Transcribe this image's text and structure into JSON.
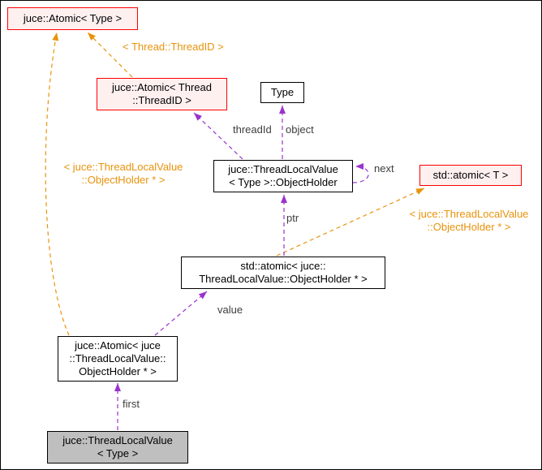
{
  "diagram": {
    "colors": {
      "template_edge": "#e8930c",
      "usage_edge": "#9a32cd",
      "red_node_border": "#ff0000",
      "red_node_fill": "#fff0f0",
      "plain_node_border": "#000000",
      "plain_node_fill": "#ffffff",
      "subject_node_fill": "#bfbfbf",
      "member_label_color": "#3d3d3d"
    },
    "nodes": {
      "atomic_type": {
        "line1": "juce::Atomic< Type >"
      },
      "atomic_thread_id": {
        "line1": "juce::Atomic< Thread",
        "line2": "::ThreadID >"
      },
      "type": {
        "line1": "Type"
      },
      "object_holder": {
        "line1": "juce::ThreadLocalValue",
        "line2": "< Type >::ObjectHolder"
      },
      "std_atomic_t": {
        "line1": "std::atomic< T >"
      },
      "std_atomic_holder_ptr": {
        "line1": "std::atomic< juce::",
        "line2": "ThreadLocalValue::ObjectHolder * >"
      },
      "atomic_holder_ptr": {
        "line1": "juce::Atomic< juce",
        "line2": "::ThreadLocalValue::",
        "line3": "ObjectHolder * >"
      },
      "thread_local_value": {
        "line1": "juce::ThreadLocalValue",
        "line2": "< Type >"
      }
    },
    "edge_labels": {
      "template_thread_id": "< Thread::ThreadID >",
      "template_holder_left_line1": "< juce::ThreadLocalValue",
      "template_holder_left_line2": "::ObjectHolder * >",
      "template_holder_right_line1": "< juce::ThreadLocalValue",
      "template_holder_right_line2": "::ObjectHolder * >",
      "thread_id": "threadId",
      "object": "object",
      "next": "next",
      "ptr": "ptr",
      "value": "value",
      "first": "first"
    },
    "relations": [
      {
        "from": "juce::Atomic< Thread ::ThreadID >",
        "to": "juce::Atomic< Type >",
        "type": "template-instance",
        "label": "< Thread::ThreadID >"
      },
      {
        "from": "juce::Atomic< juce ::ThreadLocalValue:: ObjectHolder * >",
        "to": "juce::Atomic< Type >",
        "type": "template-instance",
        "label": "< juce::ThreadLocalValue ::ObjectHolder * >"
      },
      {
        "from": "std::atomic< juce:: ThreadLocalValue::ObjectHolder * >",
        "to": "std::atomic< T >",
        "type": "template-instance",
        "label": "< juce::ThreadLocalValue ::ObjectHolder * >"
      },
      {
        "from": "juce::ThreadLocalValue < Type >::ObjectHolder",
        "to": "juce::Atomic< Thread ::ThreadID >",
        "type": "member",
        "label": "threadId"
      },
      {
        "from": "juce::ThreadLocalValue < Type >::ObjectHolder",
        "to": "Type",
        "type": "member",
        "label": "object"
      },
      {
        "from": "juce::ThreadLocalValue < Type >::ObjectHolder",
        "to": "juce::ThreadLocalValue < Type >::ObjectHolder",
        "type": "member",
        "label": "next"
      },
      {
        "from": "std::atomic< juce:: ThreadLocalValue::ObjectHolder * >",
        "to": "juce::ThreadLocalValue < Type >::ObjectHolder",
        "type": "member",
        "label": "ptr"
      },
      {
        "from": "juce::Atomic< juce ::ThreadLocalValue:: ObjectHolder * >",
        "to": "std::atomic< juce:: ThreadLocalValue::ObjectHolder * >",
        "type": "member",
        "label": "value"
      },
      {
        "from": "juce::ThreadLocalValue < Type >",
        "to": "juce::Atomic< juce ::ThreadLocalValue:: ObjectHolder * >",
        "type": "member",
        "label": "first"
      }
    ]
  }
}
